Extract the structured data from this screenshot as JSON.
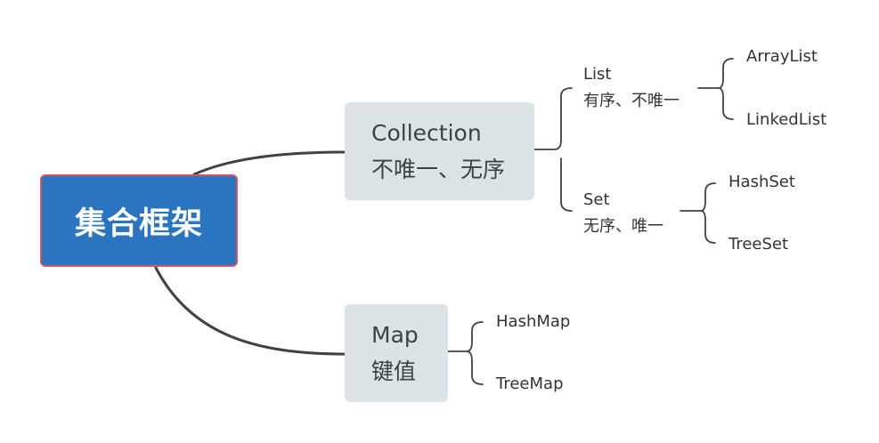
{
  "root": {
    "label": "集合框架"
  },
  "branches": {
    "collection": {
      "title": "Collection",
      "subtitle": "不唯一、无序",
      "children": {
        "list": {
          "title": "List",
          "subtitle": "有序、不唯一",
          "leaves": [
            "ArrayList",
            "LinkedList"
          ]
        },
        "set": {
          "title": "Set",
          "subtitle": "无序、唯一",
          "leaves": [
            "HashSet",
            "TreeSet"
          ]
        }
      }
    },
    "map": {
      "title": "Map",
      "subtitle": "键值",
      "leaves": [
        "HashMap",
        "TreeMap"
      ]
    }
  },
  "colors": {
    "root_fill": "#2b74c0",
    "root_border": "#d4566a",
    "topic_fill": "#dce3e6",
    "connector": "#3c4249"
  }
}
